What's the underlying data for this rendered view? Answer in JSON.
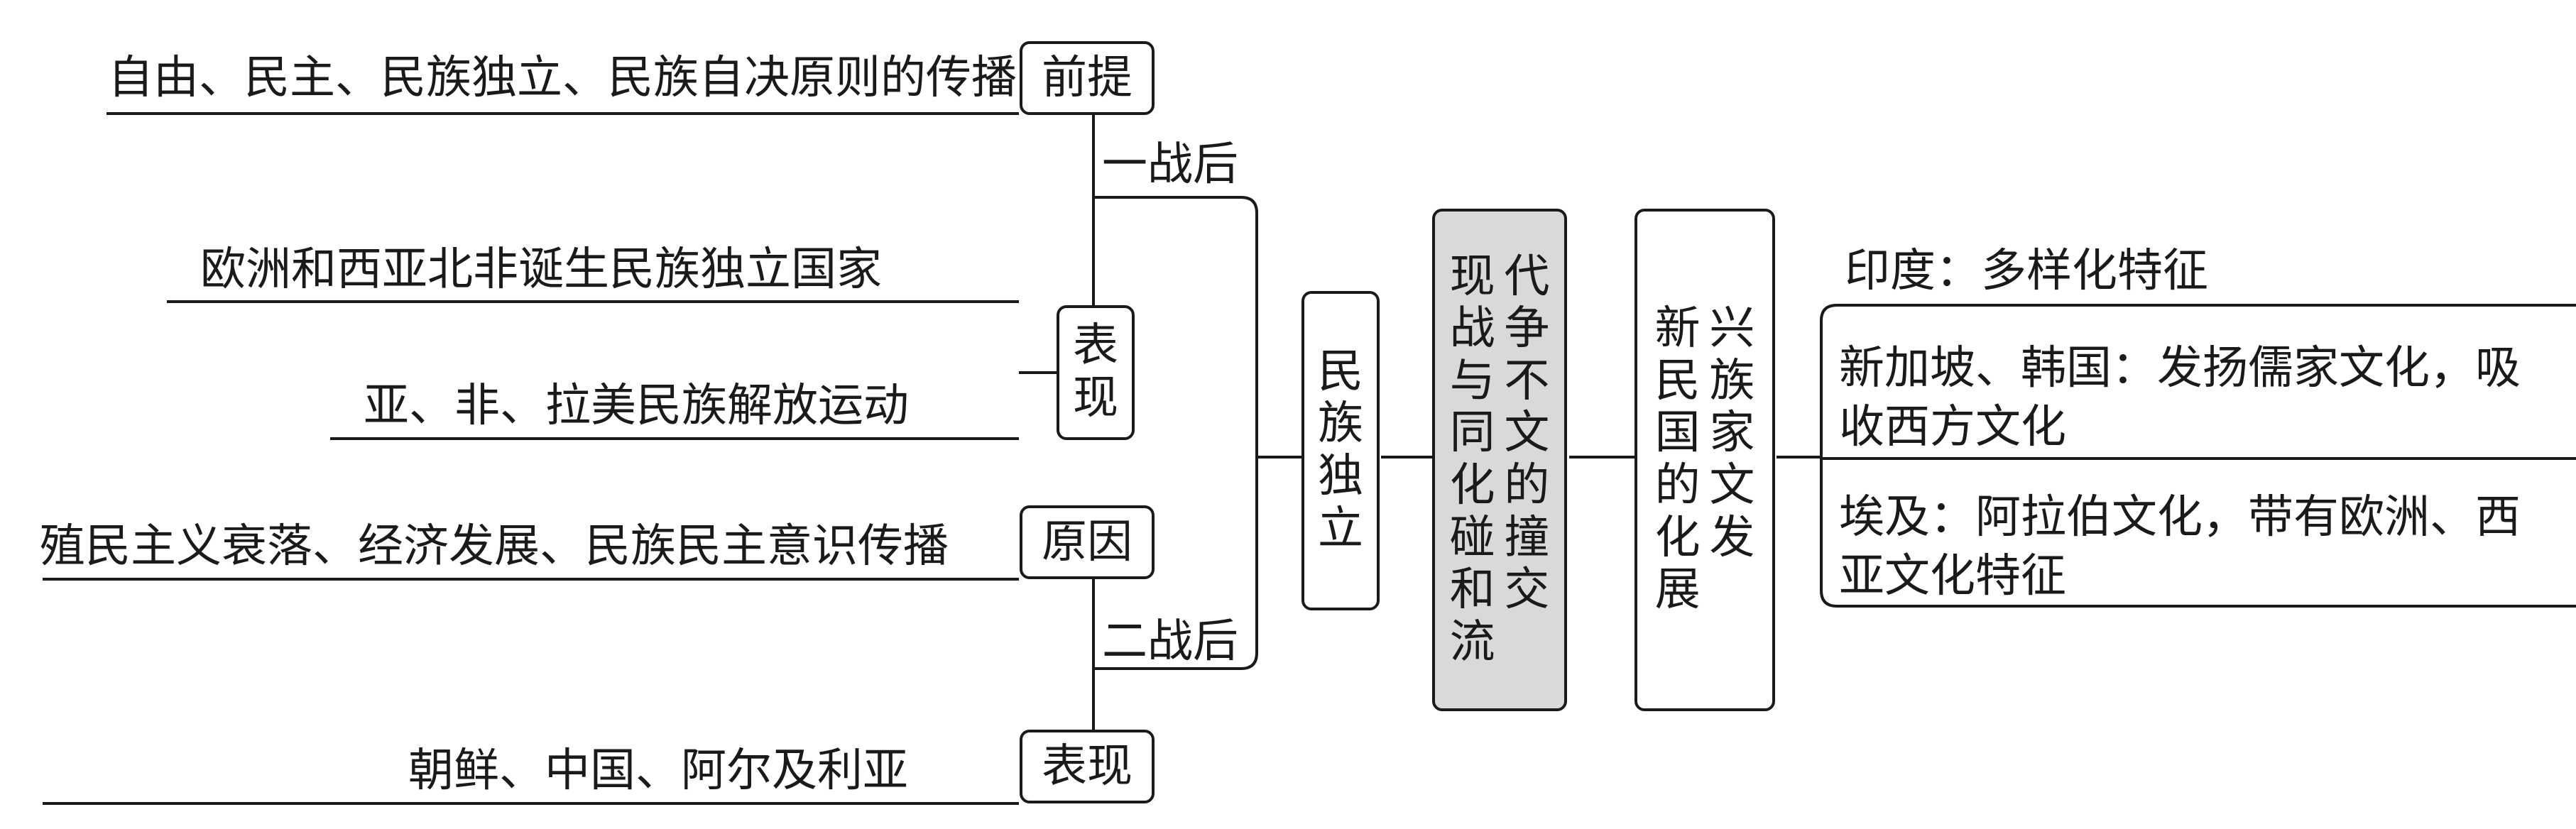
{
  "center": {
    "label": "现代战争与不同文化的碰撞和交流",
    "chars": [
      "现",
      "代",
      "战",
      "争",
      "与",
      "不",
      "同",
      "文",
      "化",
      "的",
      "碰",
      "撞",
      "和",
      "交",
      "流"
    ]
  },
  "left": {
    "branch_label": "民族独立",
    "branch_chars": [
      "民",
      "族",
      "独",
      "立"
    ],
    "ww1": {
      "label": "一战后",
      "premise": {
        "tag": "前提",
        "text": "自由、民主、民族独立、民族自决原则的传播"
      },
      "manifestation": {
        "tag": "表现",
        "tag_chars": [
          "表",
          "现"
        ],
        "items": [
          "欧洲和西亚北非诞生民族独立国家",
          "亚、非、拉美民族解放运动"
        ]
      }
    },
    "ww2": {
      "label": "二战后",
      "cause": {
        "tag": "原因",
        "text": "殖民主义衰落、经济发展、民族民主意识传播"
      },
      "manifestation": {
        "tag": "表现",
        "text": "朝鲜、中国、阿尔及利亚"
      }
    }
  },
  "right": {
    "branch_label": "新兴民族国家的文化发展",
    "branch_chars": [
      "新",
      "兴",
      "民",
      "族",
      "国",
      "家",
      "的",
      "文",
      "化",
      "发",
      "展"
    ],
    "items": [
      {
        "text": "印度：多样化特征"
      },
      {
        "text": "新加坡、韩国：发扬儒家文化，吸收西方文化"
      },
      {
        "text": "埃及：阿拉伯文化，带有欧洲、西亚文化特征"
      }
    ]
  },
  "colors": {
    "line": "#1a1a1a",
    "center_fill": "#d9d9d9",
    "background": "#ffffff"
  }
}
